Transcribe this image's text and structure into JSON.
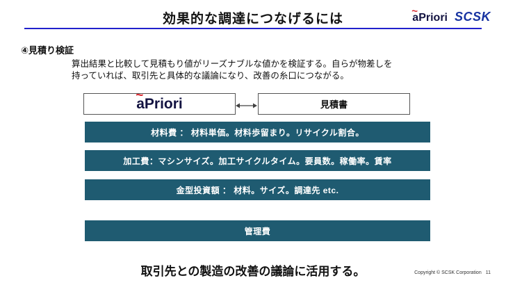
{
  "slide": {
    "title": "効果的な調達につなげるには",
    "section_heading": "④見積り検証",
    "body": {
      "line1": "算出結果と比較して見積もり値がリーズナブルな値かを検証する。自らが物差しを",
      "line2": "持っていれば、取引先と具体的な議論になり、改善の糸口につながる。"
    },
    "diagram": {
      "right_box_label": "見積書"
    },
    "bars": [
      "材料費 ： 材料単価。材料歩留まり。リサイクル割合。",
      "加工費：マシンサイズ。加工サイクルタイム。要員数。稼働率。賃率",
      "金型投資額 ： 材料。サイズ。調達先  etc.",
      "管理費"
    ],
    "footer_message": "取引先との製造の改善の議論に活用する。",
    "copyright": "Copyright © SCSK Corporation",
    "page_number": "11"
  },
  "logos": {
    "apriori_text": "aPriori",
    "apriori_accent": "~",
    "scsk_text": "SCSK"
  },
  "colors": {
    "bar_background": "#1F5B71",
    "bar_text": "#FFFFFF",
    "title_rule": "#2121CC",
    "scsk_blue": "#1733A1",
    "apriori_navy": "#131341",
    "apriori_red": "#D7282F"
  }
}
